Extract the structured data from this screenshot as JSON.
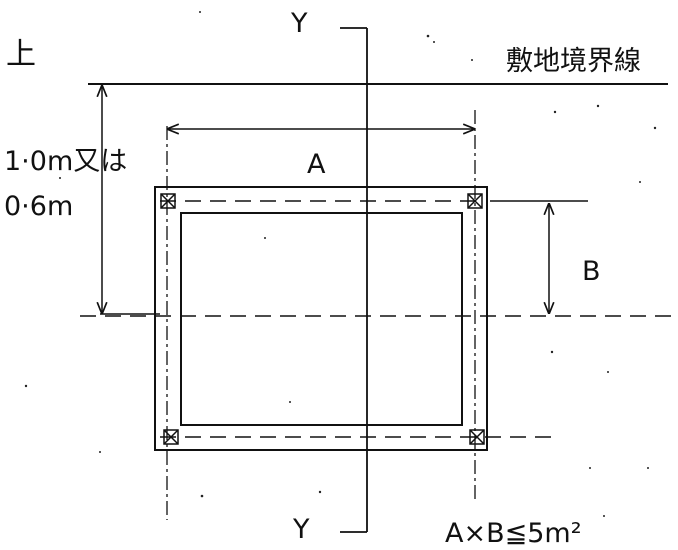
{
  "labels": {
    "top_left": "上",
    "boundary": "敷地境界線",
    "distance_line1": "1·0m又は",
    "distance_line2": "0·6m",
    "dim_a": "A",
    "dim_b": "B",
    "section_top": "Y",
    "section_bottom": "Y",
    "area_formula": "A×B≦5m²"
  }
}
